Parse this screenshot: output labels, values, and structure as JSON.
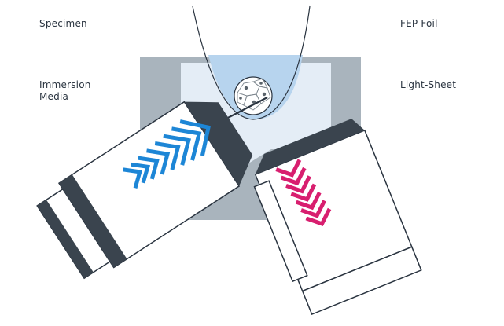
{
  "labels": {
    "specimen": "Specimen",
    "fep_foil": "FEP Foil",
    "immersion_media": "Immersion\nMedia",
    "light_sheet": "Light-Sheet"
  },
  "colors": {
    "chamber": "#a9b4bd",
    "media": "#e4edf6",
    "foil_fill": "#b7d4ee",
    "objective_body": "#ffffff",
    "objective_outline": "#2a3440",
    "objective_dark": "#3a444e",
    "detection_light": "#1d86d6",
    "illumination_light": "#d81f6f",
    "cells": "#7d868e"
  },
  "icons": {
    "left_objective": "objective-lens-icon",
    "right_objective": "objective-lens-icon",
    "sample": "cell-cluster-icon",
    "foil": "fep-foil-cone-icon"
  }
}
